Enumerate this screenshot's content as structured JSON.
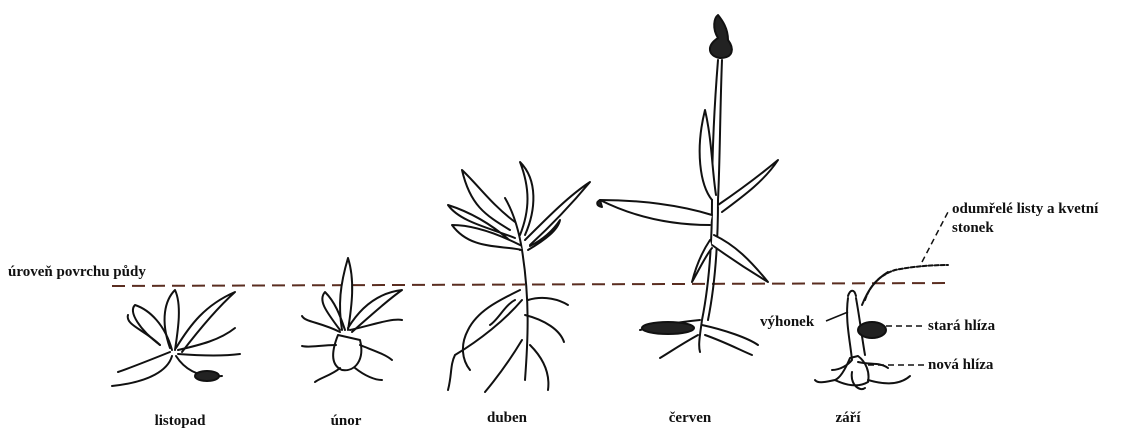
{
  "soil_label": "úroveň povrchu půdy",
  "stages": [
    "listopad",
    "únor",
    "duben",
    "červen",
    "září"
  ],
  "annotations": {
    "dead_leaves_line1": "odumřelé listy a kvetní",
    "dead_leaves_line2": "stonek",
    "shoot": "výhonek",
    "old_tuber": "stará hlíza",
    "new_tuber": "nová hlíza"
  },
  "colors": {
    "soil_line": "#5a2d20",
    "ink": "#111111"
  }
}
